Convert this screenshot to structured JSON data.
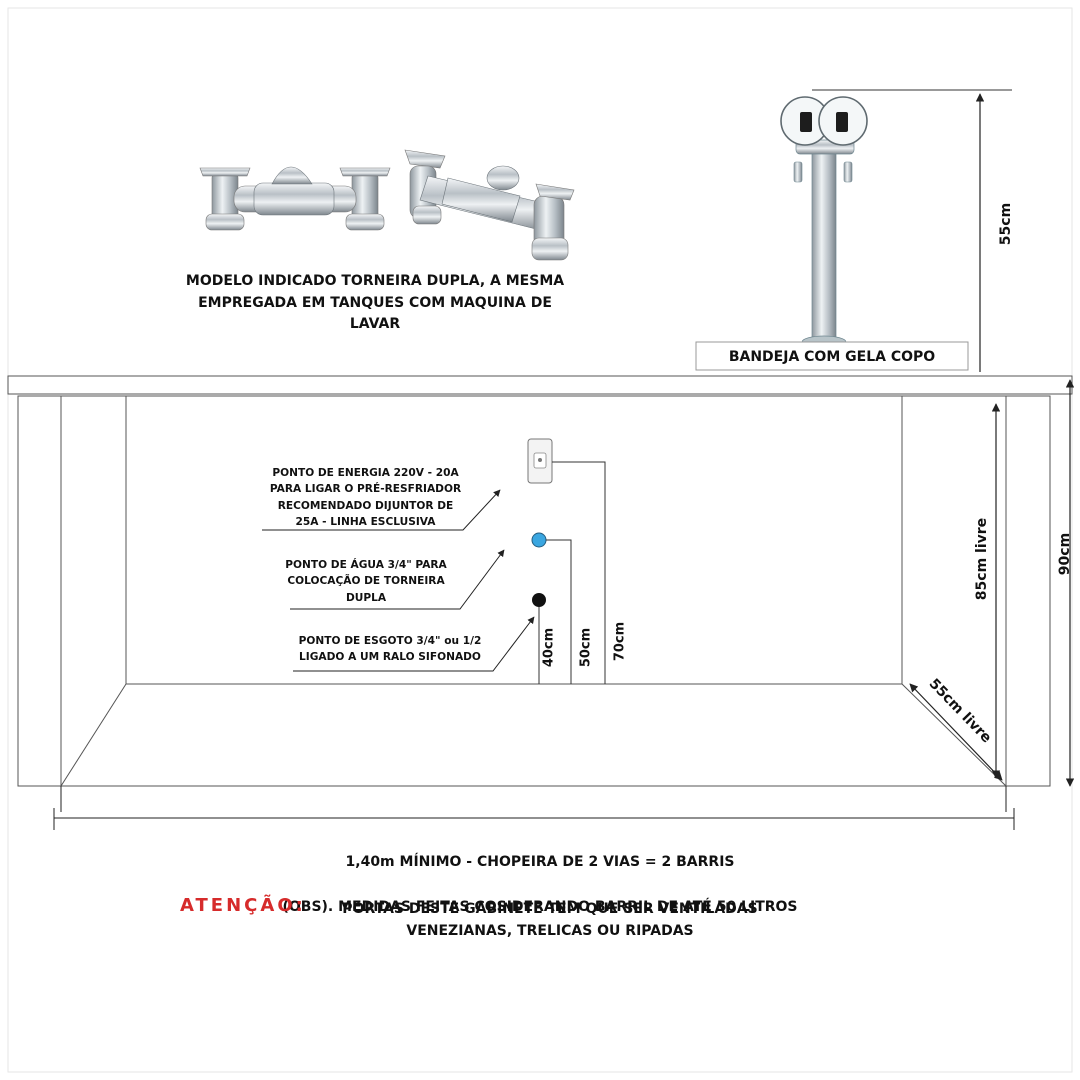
{
  "texts": {
    "faucet_title": "MODELO INDICADO TORNEIRA DUPLA, A MESMA\nEMPREGADA EM TANQUES COM MAQUINA DE\nLAVAR",
    "tray_label": "BANDEJA COM GELA COPO",
    "tower_height": "55cm",
    "power_point": "PONTO DE ENERGIA 220V - 20A\nPARA LIGAR O PRÉ-RESFRIADOR\nRECOMENDADO DIJUNTOR DE\n25A - LINHA ESCLUSIVA",
    "water_point": "PONTO DE ÁGUA 3/4\" PARA\nCOLOCAÇÃO DE TORNEIRA\nDUPLA",
    "sewer_point": "PONTO DE ESGOTO 3/4\" ou 1/2\nLIGADO A UM RALO SIFONADO",
    "dim_40": "40cm",
    "dim_50": "50cm",
    "dim_70": "70cm",
    "free_height": "85cm livre",
    "free_depth": "55cm livre",
    "total_height": "90cm",
    "bottom_line1": "1,40m  MÍNIMO - CHOPEIRA DE 2 VIAS = 2 BARRIS",
    "bottom_line2": "(OBS). MEDIDAS FEITAS COSIDERANDO BARRIL DE ATÉ 50 LITROS",
    "attention_label": "ATENÇÃO:",
    "attention_text": "PORTAS DESTE GABINETE TEM QUE SER VENTILADAS\nVENEZIANAS, TRELICAS OU RIPADAS"
  },
  "colors": {
    "line": "#333333",
    "water_point": "#3aa6e0",
    "sewer_point": "#111111",
    "attention": "#d62b2b",
    "chrome": "#c9ced3"
  }
}
